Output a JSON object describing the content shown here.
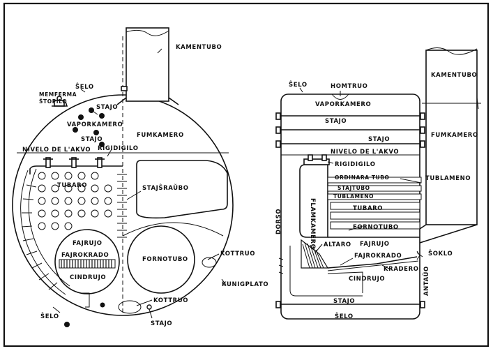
{
  "left_view": {
    "kamentubo": "KAMENTUBO",
    "selo_top": "ŜELO",
    "memferma_1": "MEMFERMA",
    "memferma_2": "ŜTOPILO",
    "stajo_1": "STAJO",
    "vaporkamero": "VAPORKAMERO",
    "stajo_2": "STAJO",
    "fumkamero": "FUMKAMERO",
    "nivelo": "NIVELO DE L'AKVO",
    "rigidigilo": "RIGIDIGILO",
    "tubaro": "TUBARO",
    "stajsraubo": "STAJŜRAŬBO",
    "fajrujo": "FAJRUJO",
    "fajrokrado": "FAJROKRADO",
    "cindrujo": "CINDRUJO",
    "fornotubo": "FORNOTUBO",
    "kottruo_1": "KOTTRUO",
    "kottruo_2": "KOTTRUO",
    "kunigplato": "KUNIGPLATO",
    "selo_bottom": "ŜELO",
    "stajo_3": "STAJO"
  },
  "right_view": {
    "selo_top": "ŜELO",
    "homtruo": "HOMTRUO",
    "kamentubo": "KAMENTUBO",
    "vaporkamero": "VAPORKAMERO",
    "stajo_1": "STAJO",
    "stajo_2": "STAJO",
    "fumkamero": "FUMKAMERO",
    "nivelo": "NIVELO DE L'AKVO",
    "rigidigilo": "RIGIDIGILO",
    "ordinara_tubo": "ORDINARA TUBO",
    "tublameno_1": "TUBLAMENO",
    "stajtubo": "STAJTUBO",
    "tublameno_2": "TUBLAMENO",
    "tubaro": "TUBARO",
    "flamkamero": "FLAMKAMERO",
    "dorso": "DORSO",
    "fornotubo": "FORNOTUBO",
    "fajrujo": "FAJRUJO",
    "altaro": "ALTARO",
    "fajrokrado": "FAJROKRADO",
    "soklo": "ŜOKLO",
    "kradero": "KRADERO",
    "cindrujo": "CINDRUJO",
    "antauo": "ANTAŬO",
    "stajo_3": "STAJO",
    "selo_bottom": "ŜELO"
  }
}
